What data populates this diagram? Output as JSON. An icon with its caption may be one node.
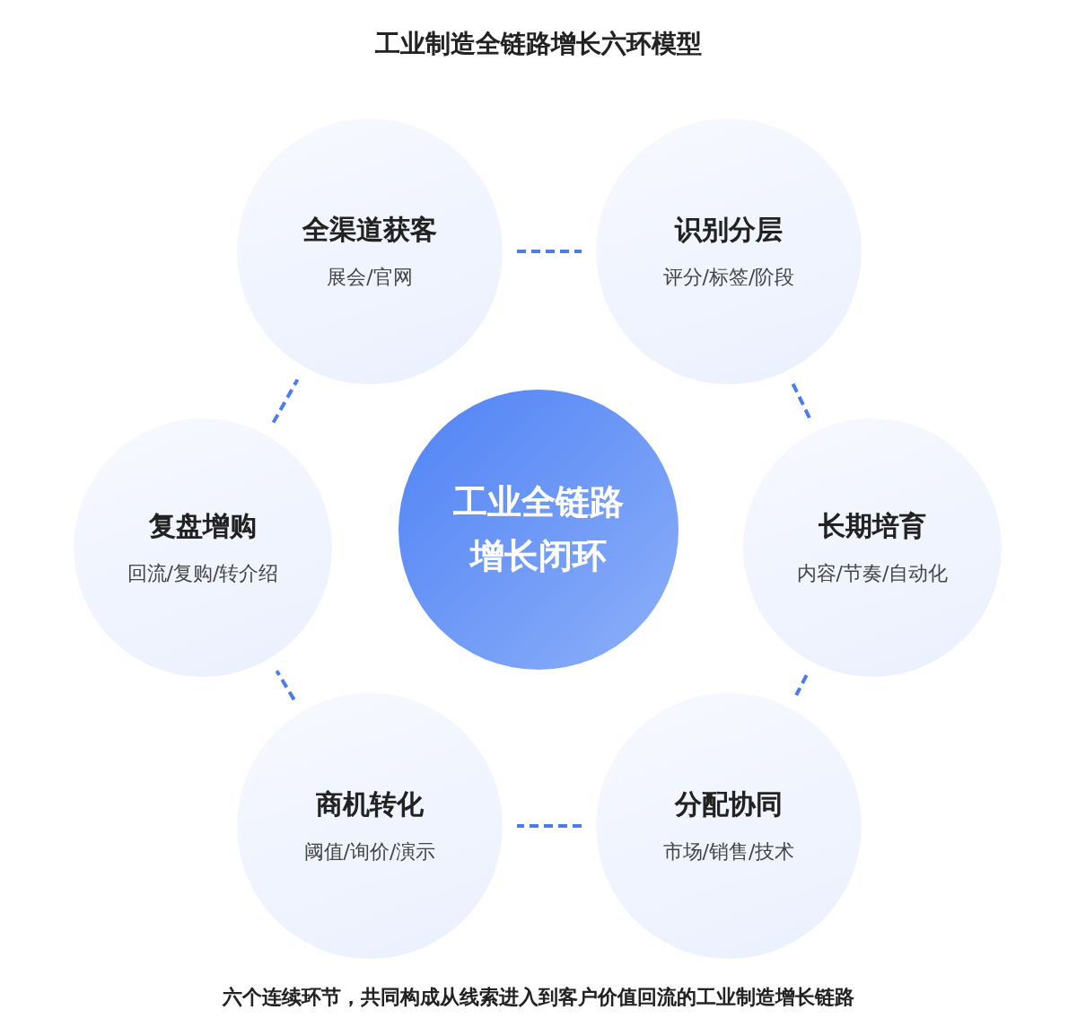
{
  "diagram": {
    "title": "工业制造全链路增长六环模型",
    "caption": "六个连续环节，共同构成从线索进入到客户价值回流的工业制造增长链路",
    "nodes": [
      {
        "text": [
          "全渠道获客",
          "展会/官网"
        ]
      },
      {
        "text": [
          "识别分层",
          "评分/标签/阶段"
        ]
      },
      {
        "text": [
          "复盘增购",
          "回流/复购/转介绍"
        ]
      },
      {
        "text": [
          "工业全链路增长闭环"
        ]
      },
      {
        "text": [
          "长期培育",
          "内容/节奏/自动化"
        ]
      },
      {
        "text": [
          "商机转化",
          "阈值/询价/演示"
        ]
      },
      {
        "text": [
          "分配协同",
          "市场/销售/技术"
        ]
      }
    ],
    "edges": [
      {
        "from": 0,
        "to": 1,
        "arrow": "none",
        "style": "dashed"
      },
      {
        "from": 1,
        "to": 4,
        "arrow": "none",
        "style": "dashed"
      },
      {
        "from": 4,
        "to": 6,
        "arrow": "none",
        "style": "dashed"
      },
      {
        "from": 6,
        "to": 5,
        "arrow": "none",
        "style": "dashed"
      },
      {
        "from": 5,
        "to": 2,
        "arrow": "none",
        "style": "dashed"
      },
      {
        "from": 2,
        "to": 0,
        "arrow": "none",
        "style": "dashed"
      }
    ]
  }
}
